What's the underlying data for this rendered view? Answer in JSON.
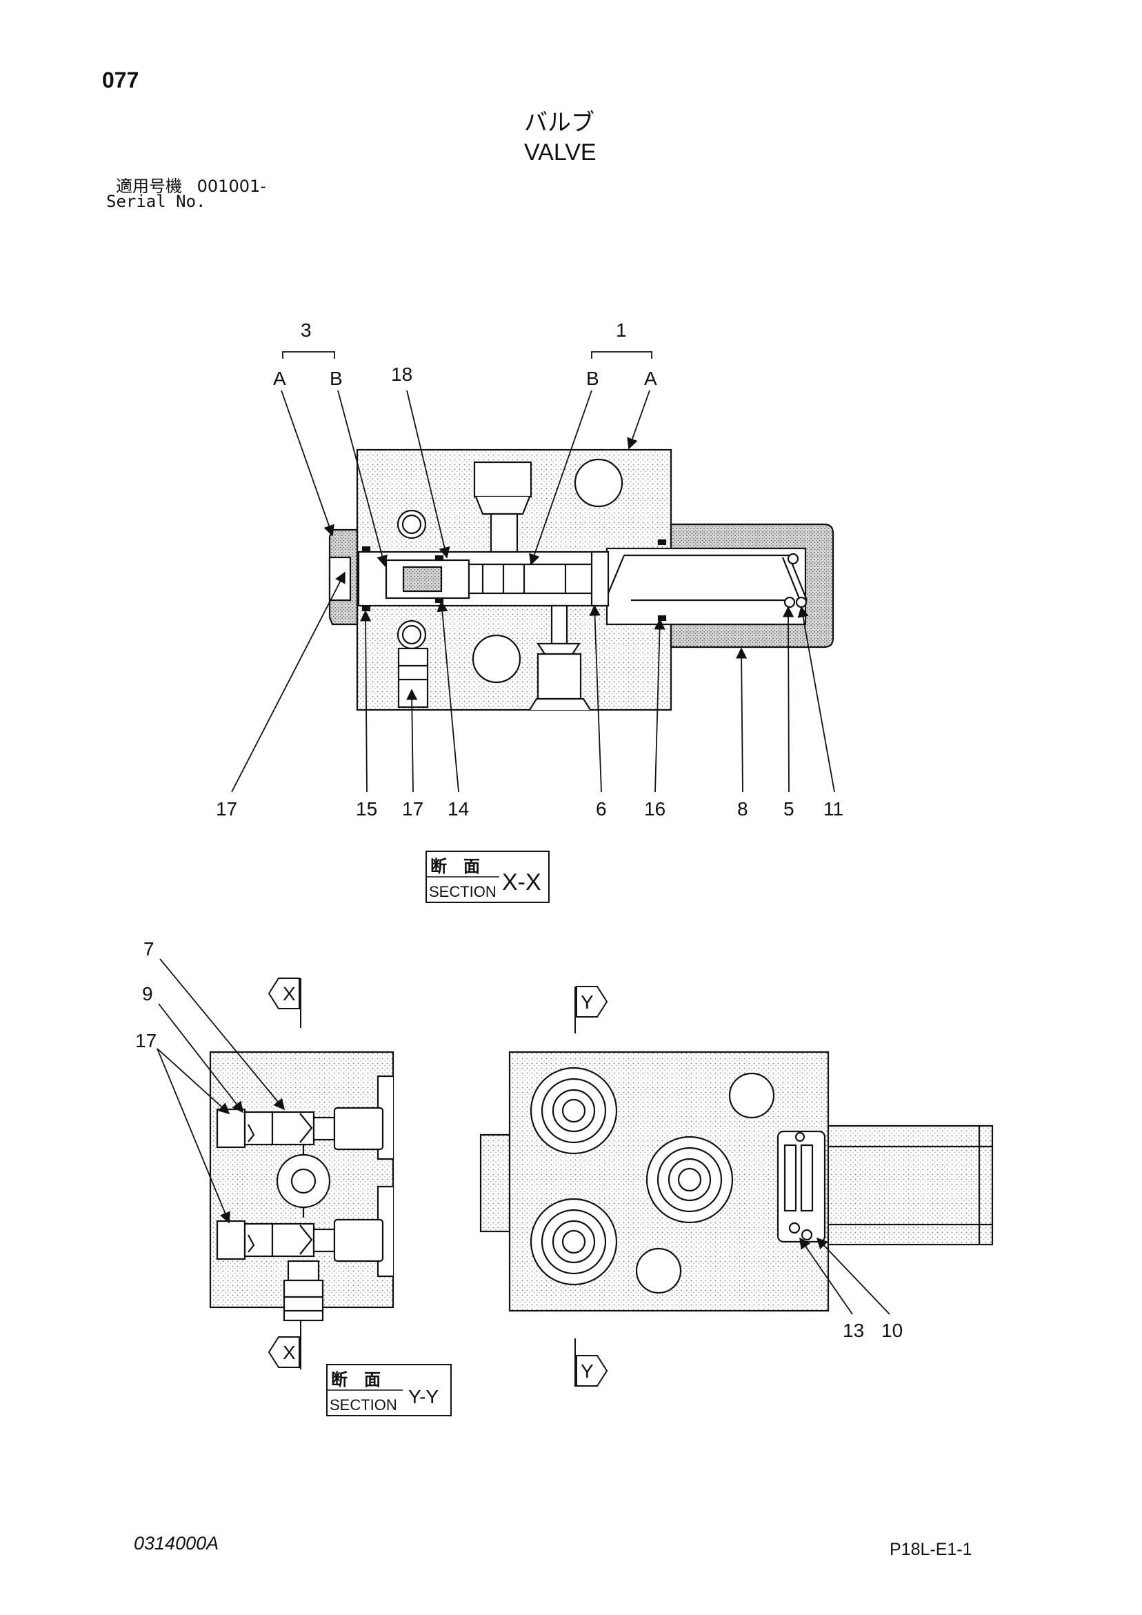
{
  "header": {
    "page_number": "077",
    "title_jp": "バルブ",
    "title_en": "VALVE",
    "serial_label_jp": "適用号機",
    "serial_value": "001001-",
    "serial_label_en": "Serial No."
  },
  "section_xx": {
    "label_jp": "断　面",
    "label_en": "SECTION",
    "id": "X-X"
  },
  "section_yy": {
    "label_jp": "断　面",
    "label_en": "SECTION",
    "id": "Y-Y"
  },
  "view_markers": {
    "x": "X",
    "y": "Y"
  },
  "callouts_top": {
    "group_3": "3",
    "group_1": "1",
    "a_left": "A",
    "b_left": "B",
    "n18": "18",
    "b_right": "B",
    "a_right": "A"
  },
  "callouts_bottom_row": [
    "17",
    "15",
    "17",
    "14",
    "6",
    "16",
    "8",
    "5",
    "11"
  ],
  "callouts_yy": {
    "n7": "7",
    "n9": "9",
    "n17": "17",
    "n13": "13",
    "n10": "10"
  },
  "footer": {
    "drawing_code": "0314000A",
    "page_code": "P18L-E1-1"
  }
}
